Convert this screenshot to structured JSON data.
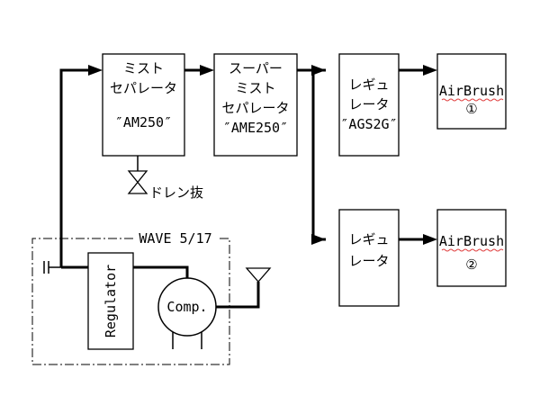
{
  "mist_separator": {
    "line1": "ミスト",
    "line2": "セパレータ",
    "model": "″AM250″"
  },
  "super_mist_separator": {
    "line1": "スーパー",
    "line2": "ミスト",
    "line3": "セパレータ",
    "model": "″AME250″"
  },
  "regulator_top": {
    "line1": "レギュ",
    "line2": "レータ",
    "model": "″AGS2G″"
  },
  "regulator_bottom": {
    "line1": "レギュ",
    "line2": "レータ"
  },
  "airbrush_1": {
    "label": "AirBrush",
    "number": "①"
  },
  "airbrush_2": {
    "label": "AirBrush",
    "number": "②"
  },
  "drain_label": "ドレン抜",
  "compressor_unit": {
    "title": "WAVE 5/17",
    "regulator_label": "Regulator",
    "compressor_label": "Comp."
  },
  "colors": {
    "line": "#000000",
    "spellcheck_underline": "#e04040"
  }
}
